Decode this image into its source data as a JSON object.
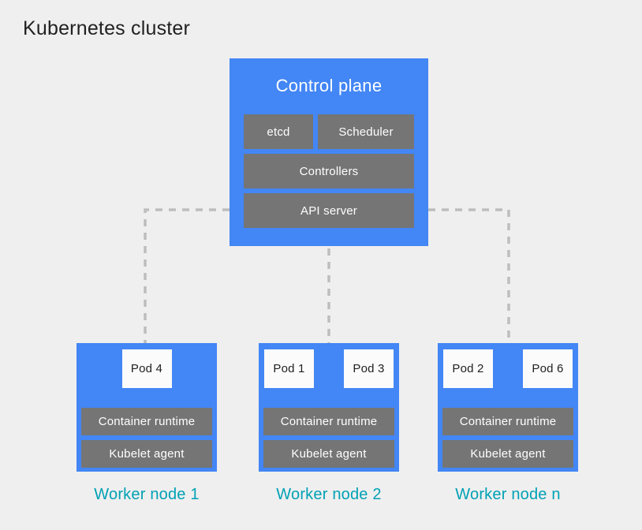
{
  "title": "Kubernetes cluster",
  "colors": {
    "background": "#EFEFEF",
    "node_blue": "#4386F5",
    "component_gray": "#757575",
    "pod_white": "#FBFBFB",
    "connector_dash": "#BDBDBD",
    "label_teal": "#00A1B5",
    "text_dark": "#212121",
    "text_light": "#FFFFFF"
  },
  "control_plane": {
    "label": "Control plane",
    "components": [
      "etcd",
      "Scheduler",
      "Controllers",
      "API server"
    ]
  },
  "worker_nodes": [
    {
      "label": "Worker node 1",
      "pods": [
        "Pod 4"
      ],
      "components": [
        "Container runtime",
        "Kubelet agent"
      ]
    },
    {
      "label": "Worker node 2",
      "pods": [
        "Pod 1",
        "Pod 3"
      ],
      "components": [
        "Container runtime",
        "Kubelet agent"
      ]
    },
    {
      "label": "Worker node n",
      "pods": [
        "Pod 2",
        "Pod 6"
      ],
      "components": [
        "Container runtime",
        "Kubelet agent"
      ]
    }
  ]
}
